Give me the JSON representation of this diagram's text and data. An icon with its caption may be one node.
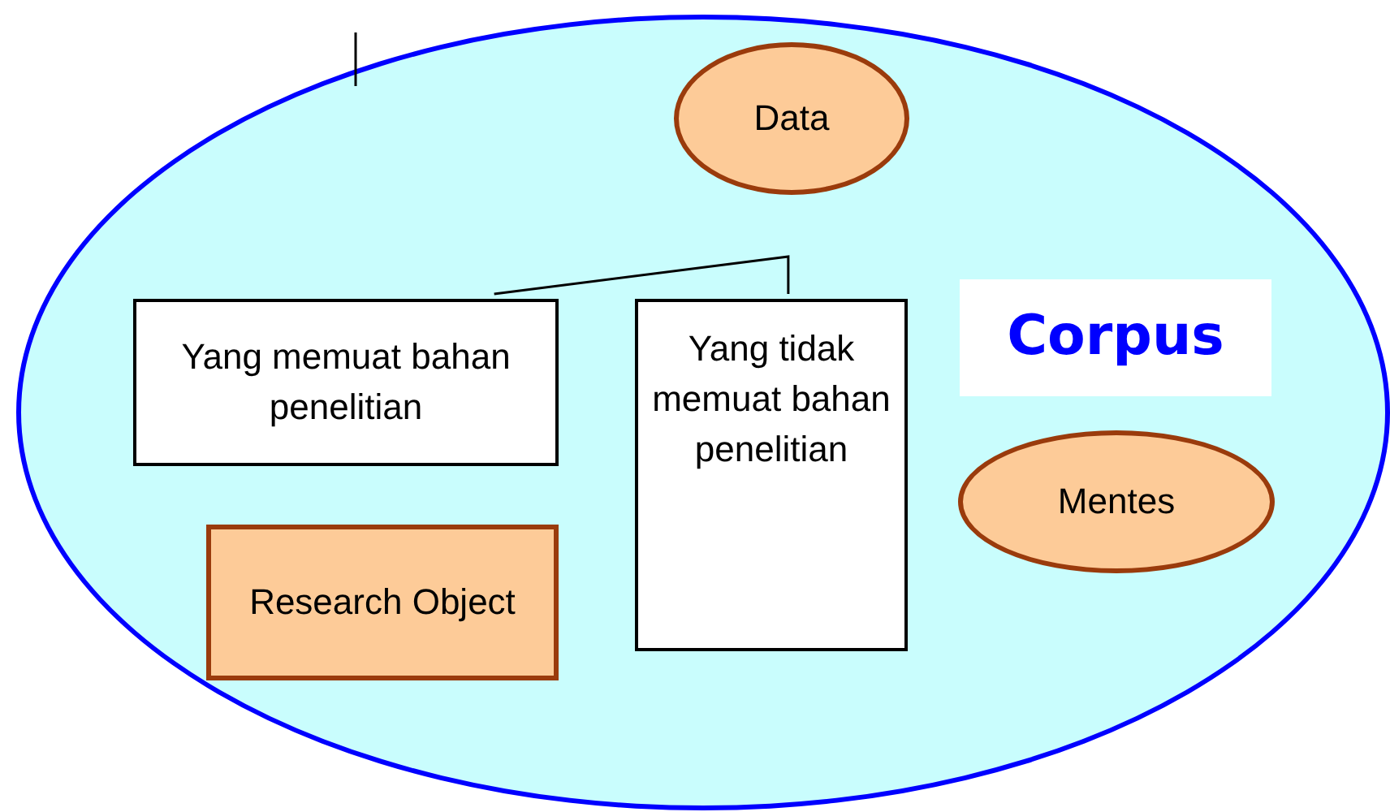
{
  "diagram": {
    "nodes": [
      {
        "text": [
          "Corpus"
        ]
      },
      {
        "text": [
          "Data"
        ],
        "in": 0
      },
      {
        "text": [
          "Yang memuat bahan penelitian"
        ],
        "in": 0
      },
      {
        "text": [
          "Yang tidak memuat bahan penelitian"
        ],
        "in": 0
      },
      {
        "text": [
          "Mentes"
        ],
        "in": 0
      },
      {
        "text": [
          "Research Object"
        ],
        "in": 0
      }
    ],
    "edges": [
      {
        "from": 2,
        "to": 3,
        "arrow": "none"
      }
    ]
  }
}
